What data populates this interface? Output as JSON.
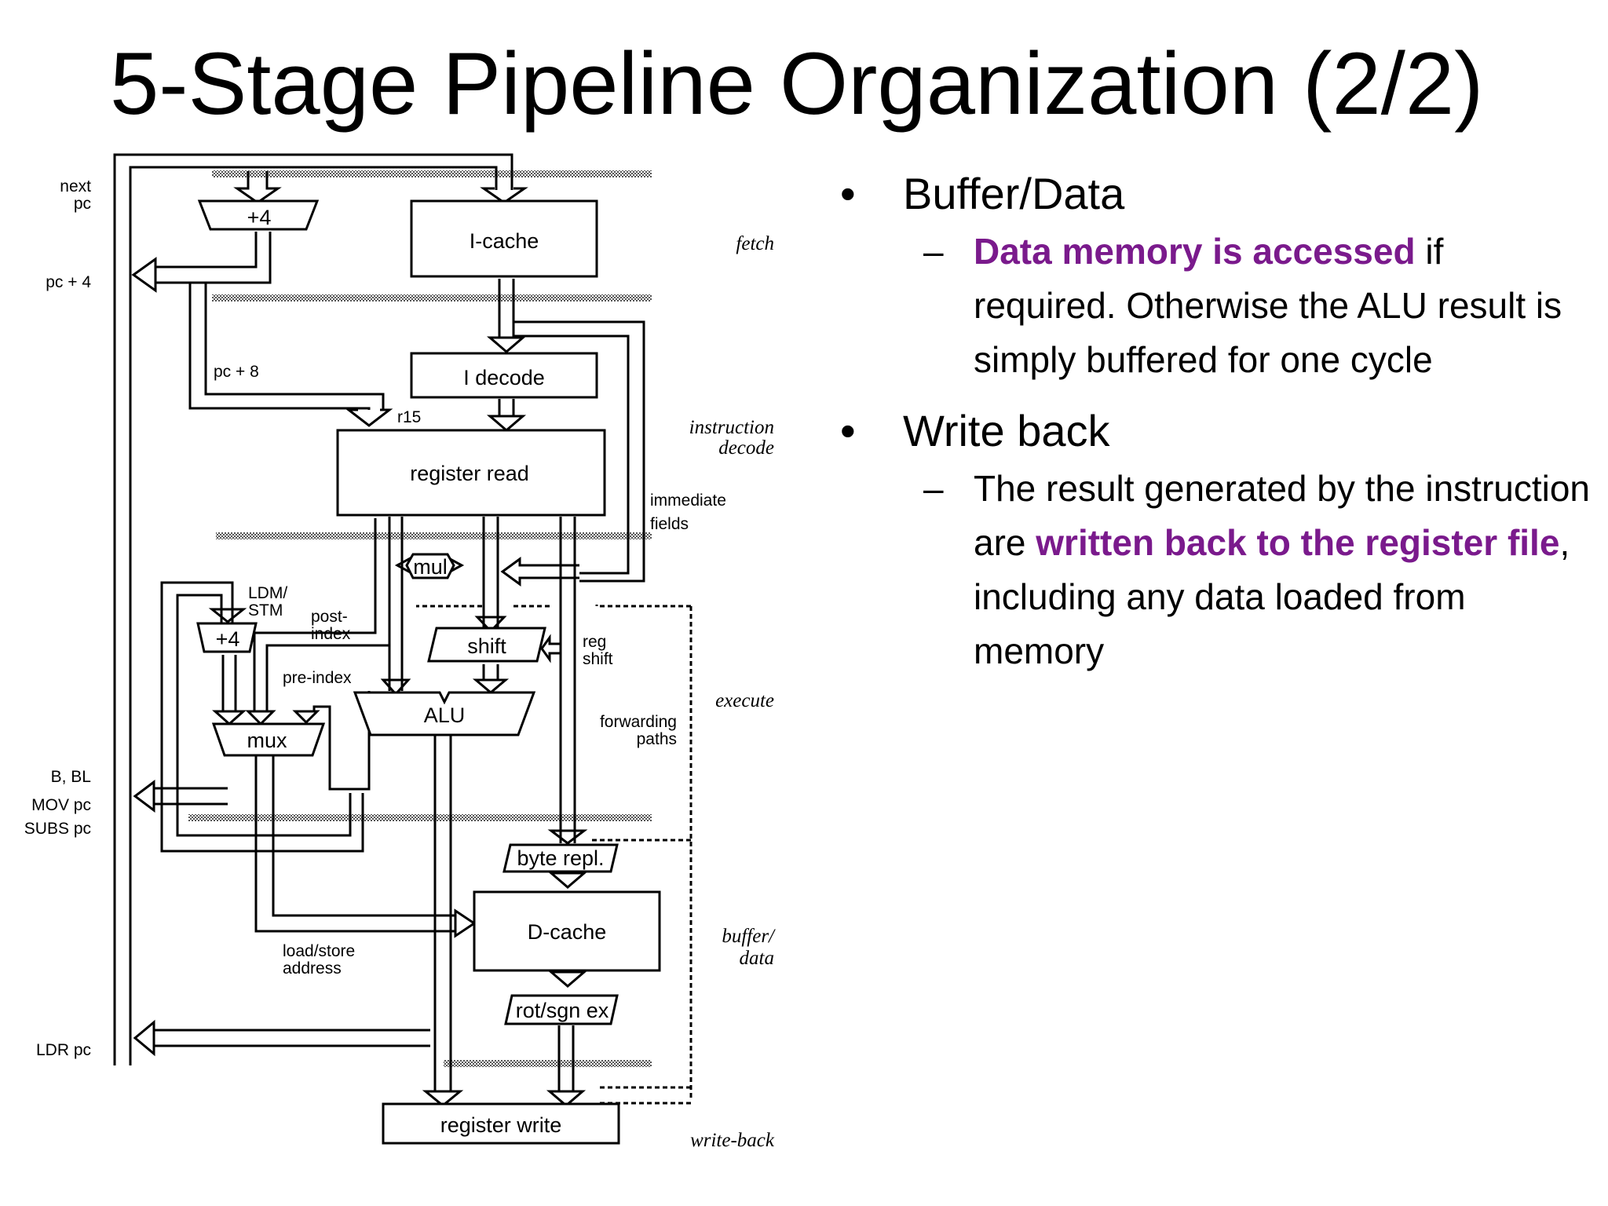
{
  "slide": {
    "title": "5-Stage Pipeline Organization (2/2)"
  },
  "diagram": {
    "stages": {
      "fetch": "fetch",
      "decode_1": "instruction",
      "decode_2": "decode",
      "execute": "execute",
      "buffer_1": "buffer/",
      "buffer_2": "data",
      "writeback": "write-back"
    },
    "blocks": {
      "plus4_top": "+4",
      "icache": "I-cache",
      "idecode": "I decode",
      "regread": "register read",
      "mul": "mul",
      "plus4_mid": "+4",
      "shift": "shift",
      "alu": "ALU",
      "mux": "mux",
      "byterepl": "byte repl.",
      "dcache": "D-cache",
      "rotsgn": "rot/sgn ex",
      "regwrite": "register write"
    },
    "labels": {
      "nextpc_1": "next",
      "nextpc_2": "pc",
      "pc4": "pc + 4",
      "pc8": "pc + 8",
      "r15": "r15",
      "imm_1": "immediate",
      "imm_2": "fields",
      "ldm_1": "LDM/",
      "ldm_2": "STM",
      "post_1": "post-",
      "post_2": "index",
      "preindex": "pre-index",
      "reg_1": "reg",
      "reg_2": "shift",
      "fwd_1": "forwarding",
      "fwd_2": "paths",
      "bbl": "B, BL",
      "movpc": "MOV pc",
      "subspc": "SUBS pc",
      "ls_1": "load/store",
      "ls_2": "address",
      "ldrpc": "LDR pc"
    }
  },
  "bullets": {
    "b1": {
      "text": "Buffer/Data"
    },
    "b1_sub": {
      "hl": "Data memory is accessed",
      "rest": " if required. Otherwise the ALU result is simply buffered for one cycle"
    },
    "b2": {
      "text": "Write back"
    },
    "b2_sub": {
      "pre": "The result generated by the instruction are ",
      "hl": "written back to the register file",
      "post": ", including any data loaded from memory"
    }
  }
}
